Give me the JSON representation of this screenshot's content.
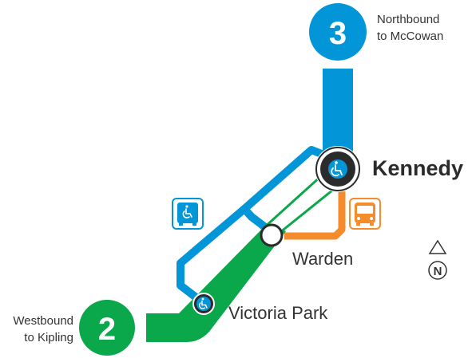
{
  "lines": {
    "line3": {
      "number": "3",
      "terminal_label_1": "Northbound",
      "terminal_label_2": "to McCowan",
      "color": "#0296d8"
    },
    "line2": {
      "number": "2",
      "terminal_label_1": "Westbound",
      "terminal_label_2": "to Kipling",
      "color": "#0aa74b"
    }
  },
  "stations": {
    "kennedy": {
      "name": "Kennedy"
    },
    "warden": {
      "name": "Warden"
    },
    "victoria_park": {
      "name": "Victoria Park"
    }
  },
  "colors": {
    "bus_route": "#f58b2a",
    "station_dark": "#2b2b2b"
  },
  "icons": {
    "accessible": "wheelchair-icon",
    "bus": "bus-icon",
    "north": "north-arrow-icon"
  },
  "compass": {
    "letter": "N"
  }
}
